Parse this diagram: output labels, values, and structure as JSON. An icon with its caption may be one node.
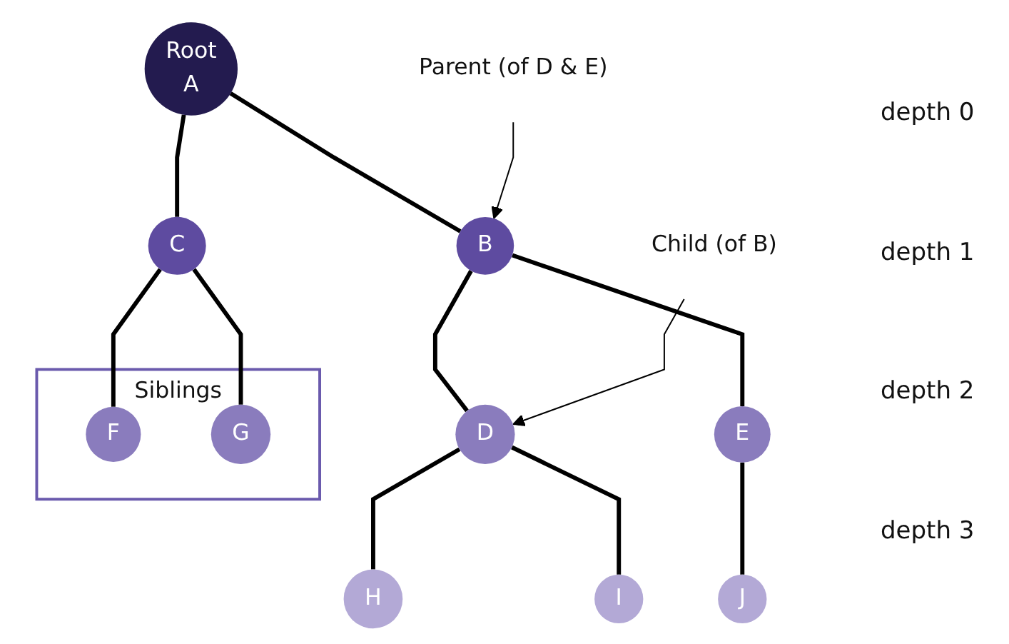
{
  "diagram": {
    "nodes": [
      {
        "text": [
          "Root",
          "A"
        ]
      },
      {
        "text": [
          "Parent (of D & E)"
        ]
      },
      {
        "text": [
          "B"
        ]
      },
      {
        "text": [
          "C"
        ]
      },
      {
        "text": [
          "Child (of B)"
        ]
      },
      {
        "text": [
          "D"
        ]
      },
      {
        "text": [
          "E"
        ]
      },
      {
        "text": [
          "Siblings"
        ]
      },
      {
        "text": [
          "F"
        ],
        "in": 7
      },
      {
        "text": [
          "G"
        ],
        "in": 7
      },
      {
        "text": [
          "H"
        ]
      },
      {
        "text": [
          "I"
        ]
      },
      {
        "text": [
          "J"
        ]
      }
    ],
    "edges": [
      {
        "from": 0,
        "to": 2,
        "arrow": "none"
      },
      {
        "from": 0,
        "to": 3,
        "arrow": "none"
      },
      {
        "from": 1,
        "to": 2,
        "arrow": "to"
      },
      {
        "from": 2,
        "to": 5,
        "arrow": "none"
      },
      {
        "from": 2,
        "to": 6,
        "arrow": "none"
      },
      {
        "from": 4,
        "to": 5,
        "arrow": "to"
      },
      {
        "from": 3,
        "to": 8,
        "arrow": "none"
      },
      {
        "from": 3,
        "to": 9,
        "arrow": "none"
      },
      {
        "from": 5,
        "to": 10,
        "arrow": "none"
      },
      {
        "from": 5,
        "to": 11,
        "arrow": "none"
      },
      {
        "from": 6,
        "to": 12,
        "arrow": "none"
      }
    ],
    "labels": [
      "depth 0",
      "depth 1",
      "depth 2",
      "depth 3"
    ]
  }
}
